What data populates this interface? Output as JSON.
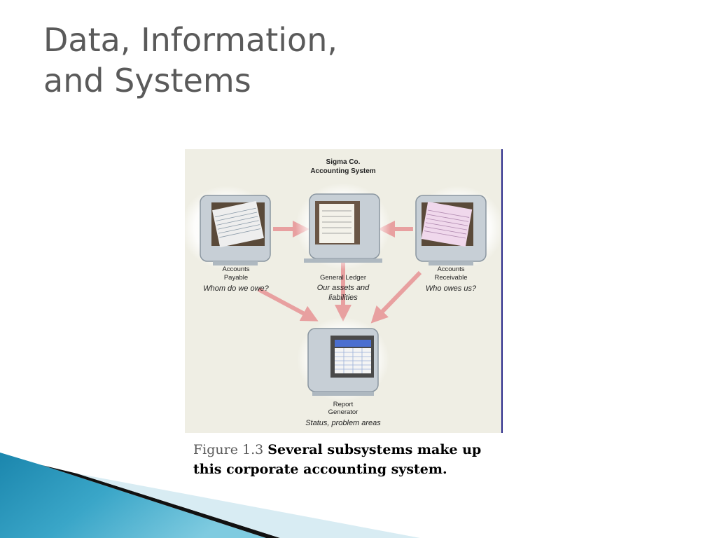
{
  "slide": {
    "title_line1": "Data, Information,",
    "title_line2": "and Systems"
  },
  "figure": {
    "heading_line1": "Sigma Co.",
    "heading_line2": "Accounting System",
    "nodes": {
      "payable": {
        "label_line1": "Accounts",
        "label_line2": "Payable",
        "question": "Whom do we owe?"
      },
      "ledger": {
        "label": "General Ledger",
        "question_line1": "Our assets and",
        "question_line2": "liabilities"
      },
      "receivable": {
        "label_line1": "Accounts",
        "label_line2": "Receivable",
        "question": "Who owes us?"
      },
      "report": {
        "label_line1": "Report",
        "label_line2": "Generator",
        "question": "Status, problem areas"
      }
    },
    "arrow_color": "#e8a0a0"
  },
  "caption": {
    "figure_number": "Figure 1.3",
    "text_line1": "Several subsystems make up",
    "text_line2": "this corporate accounting system."
  }
}
